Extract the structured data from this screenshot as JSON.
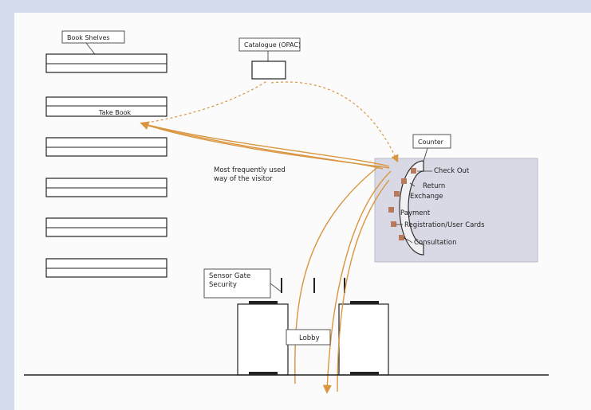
{
  "diagram": {
    "shelves_label": "Book Shelves",
    "take_book_label": "Take Book",
    "catalogue_label": "Catalogue (OPAC)",
    "counter_label": "Counter",
    "counter_services": [
      "Check Out",
      "Return",
      "Exchange",
      "Payment",
      "Registration/User Cards",
      "Consultation"
    ],
    "visitor_way_lines": [
      "Most frequently used",
      "way of the visitor"
    ],
    "sensor_gate_lines": [
      "Sensor Gate",
      "Security"
    ],
    "lobby_label": "Lobby"
  },
  "colors": {
    "page_background": "#d3dced",
    "canvas": "#fbfbfb",
    "counter_area": "#d8d9e4",
    "path_orange": "#d9953f",
    "service_marker": "#b97a5c",
    "line": "#333333"
  }
}
